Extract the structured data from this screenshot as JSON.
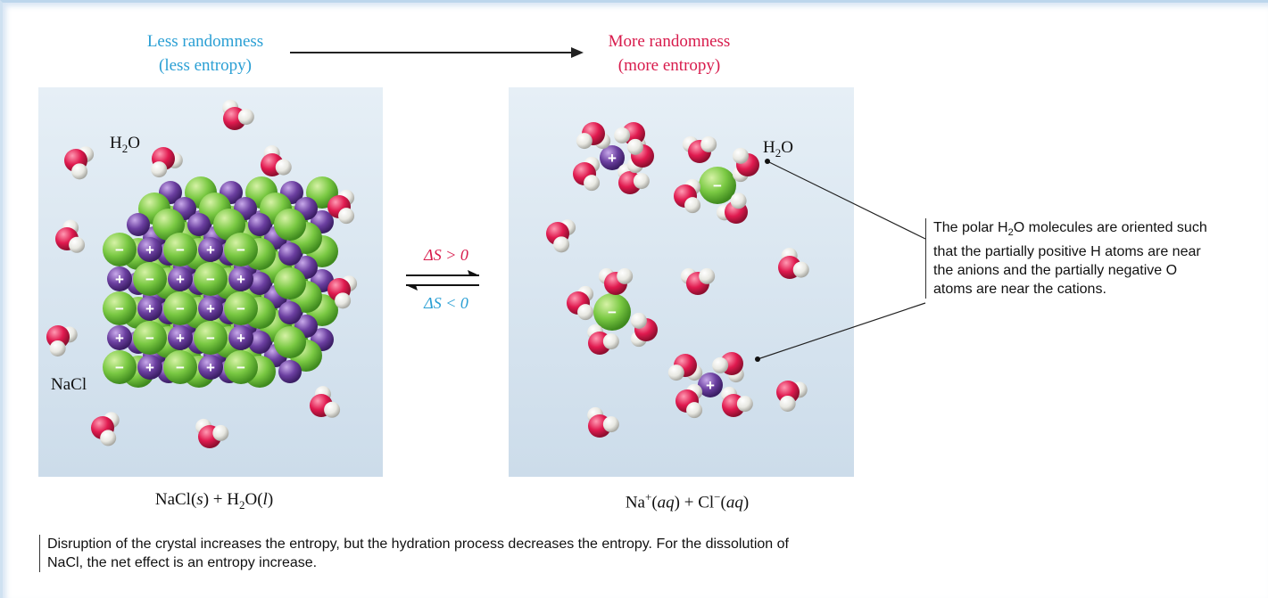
{
  "header": {
    "less_line1": "Less randomness",
    "less_line2": "(less entropy)",
    "more_line1": "More randomness",
    "more_line2": "(more entropy)"
  },
  "labels": {
    "water_left_main": "H",
    "water_left_sub": "2",
    "water_left_end": "O",
    "water_right_main": "H",
    "water_right_sub": "2",
    "water_right_end": "O",
    "nacl": "NaCl"
  },
  "equilibrium": {
    "forward_delta": "ΔS > 0",
    "reverse_delta": "ΔS < 0"
  },
  "equations": {
    "left": {
      "a": "NaCl(",
      "s": "s",
      "b": ") + H",
      "sub": "2",
      "c": "O(",
      "l": "l",
      "d": ")"
    },
    "right": {
      "a": "Na",
      "plus": "+",
      "b": "(",
      "aq1": "aq",
      "c": ") + Cl",
      "minus": "−",
      "d": "(",
      "aq2": "aq",
      "e": ")"
    }
  },
  "callout": {
    "p1": "The polar H",
    "sub": "2",
    "p2": "O molecules are oriented such that the partially positive H atoms are near the anions and the partially negative O atoms are near the cations."
  },
  "footnote": "Disruption of the crystal increases the entropy, but the hydration process decreases the entropy. For the dissolution of NaCl, the net effect is an entropy increase.",
  "colors": {
    "less_blue": "#2a9fd4",
    "more_red": "#d81b4c",
    "chloride_green": "#7ac943",
    "sodium_purple": "#6b3fa0",
    "oxygen_red": "#e01a4f",
    "hydrogen_white": "#f2f2ef"
  },
  "symbols": {
    "plus": "+",
    "minus": "−"
  }
}
